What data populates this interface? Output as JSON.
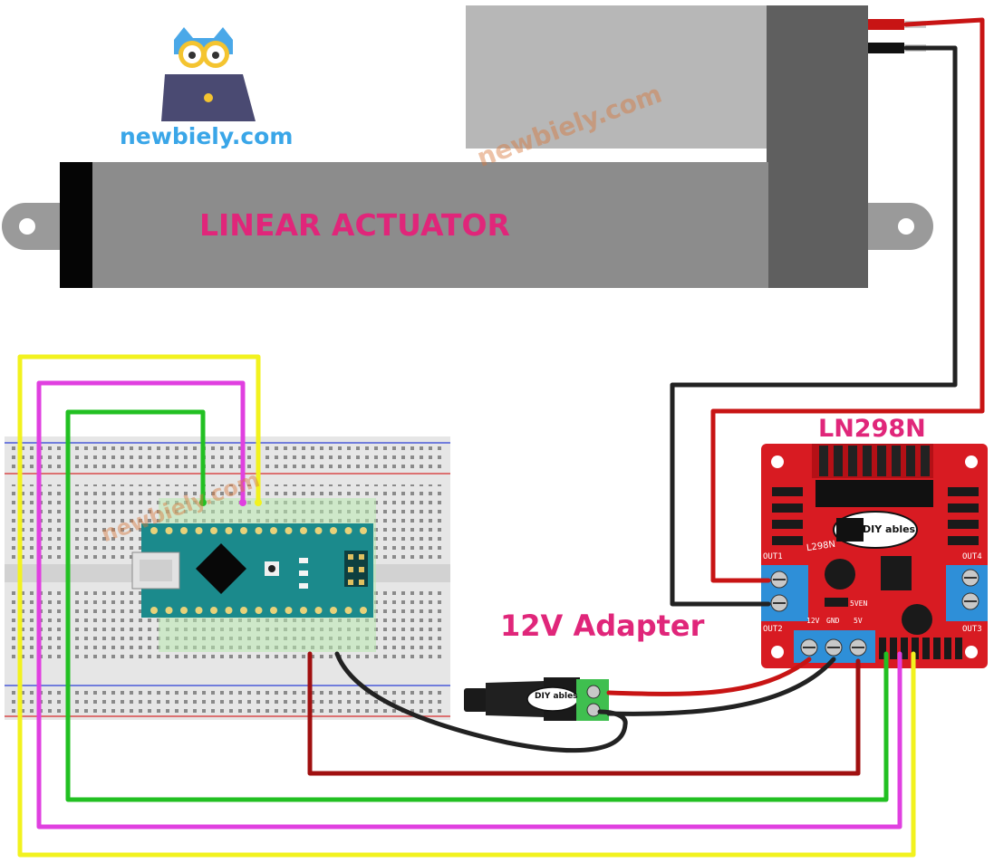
{
  "labels": {
    "actuator": "LINEAR ACTUATOR",
    "driver": "LN298N",
    "adapter": "12V Adapter"
  },
  "brand": {
    "site": "newbiely.com",
    "watermark": "newbiely.com",
    "driver_maker": "DIY ables",
    "driver_chip": "L298N"
  },
  "driver_pins": {
    "out1": "OUT1",
    "out2": "OUT2",
    "out3": "OUT3",
    "out4": "OUT4",
    "v12": "12V",
    "gnd": "GND",
    "v5": "5V",
    "v5en": "5VEN"
  },
  "colors": {
    "label": "#e0267a",
    "brand": "#3aa6e8",
    "wire_red": "#c81414",
    "wire_black": "#222222",
    "wire_green": "#22c022",
    "wire_magenta": "#e040e0",
    "wire_yellow": "#f2f21e",
    "driver_board": "#d81b22",
    "nano_board": "#1b8a8c",
    "terminal_blue": "#2e8fd8"
  }
}
